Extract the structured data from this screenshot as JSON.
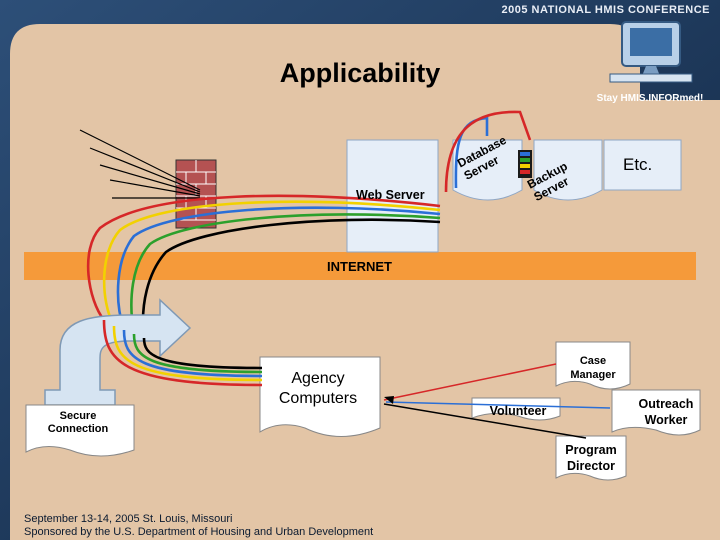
{
  "header": {
    "conference": "2005 NATIONAL HMIS CONFERENCE",
    "title": "Applicability",
    "tagline": "Stay HMIS.INFORmed!"
  },
  "diagram": {
    "web_server": "Web Server",
    "database_server": "Database Server",
    "backup_server": "Backup Server",
    "etc": "Etc.",
    "internet": "INTERNET",
    "agency_computers": "Agency\nComputers",
    "secure_connection": "Secure\nConnection",
    "case_manager": "Case\nManager",
    "outreach_worker": "Outreach\nWorker",
    "volunteer": "Volunteer",
    "program_director": "Program\nDirector"
  },
  "footer": {
    "line1": "September 13-14, 2005  St. Louis, Missouri",
    "line2": "Sponsored by the U.S. Department of Housing and Urban Development"
  },
  "colors": {
    "slide_bg": "#e3c5a6",
    "frame_bg": "#1f3a5c",
    "internet_band": "#f59a3a",
    "server_box": "#e6eef8"
  }
}
